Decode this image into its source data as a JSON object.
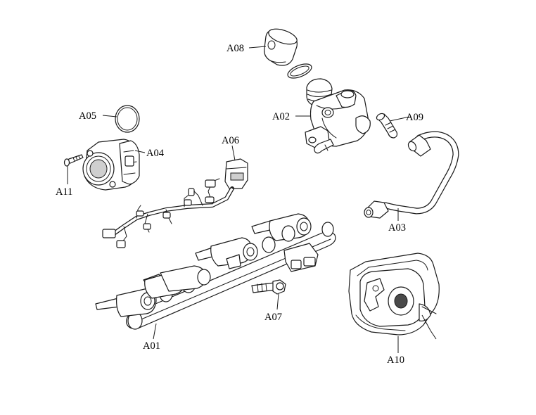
{
  "diagram": {
    "labels": {
      "A01": "A01",
      "A02": "A02",
      "A03": "A03",
      "A04": "A04",
      "A05": "A05",
      "A06": "A06",
      "A07": "A07",
      "A08": "A08",
      "A09": "A09",
      "A10": "A10",
      "A11": "A11"
    }
  }
}
